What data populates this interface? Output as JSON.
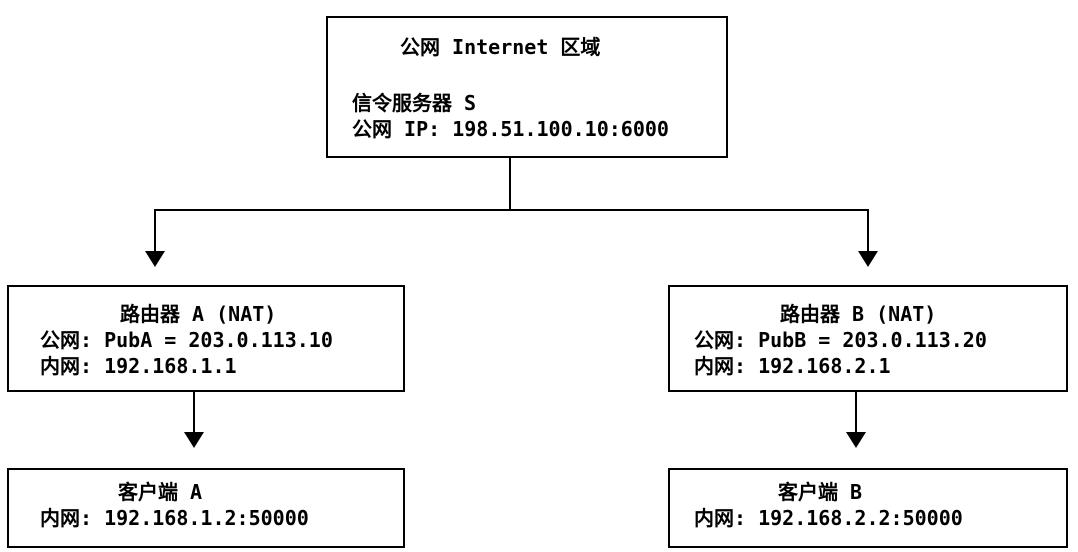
{
  "colors": {
    "line": "#000000",
    "text": "#000000",
    "background": "#ffffff"
  },
  "nodes": {
    "internet": {
      "title": "公网 Internet 区域",
      "lines": [
        "信令服务器 S",
        "公网 IP: 198.51.100.10:6000"
      ]
    },
    "router_a": {
      "title": "路由器 A (NAT)",
      "lines": [
        "公网: PubA = 203.0.113.10",
        "内网: 192.168.1.1"
      ]
    },
    "router_b": {
      "title": "路由器 B (NAT)",
      "lines": [
        "公网: PubB = 203.0.113.20",
        "内网: 192.168.2.1"
      ]
    },
    "client_a": {
      "title": "客户端 A",
      "lines": [
        "内网: 192.168.1.2:50000"
      ]
    },
    "client_b": {
      "title": "客户端 B",
      "lines": [
        "内网: 192.168.2.2:50000"
      ]
    }
  }
}
